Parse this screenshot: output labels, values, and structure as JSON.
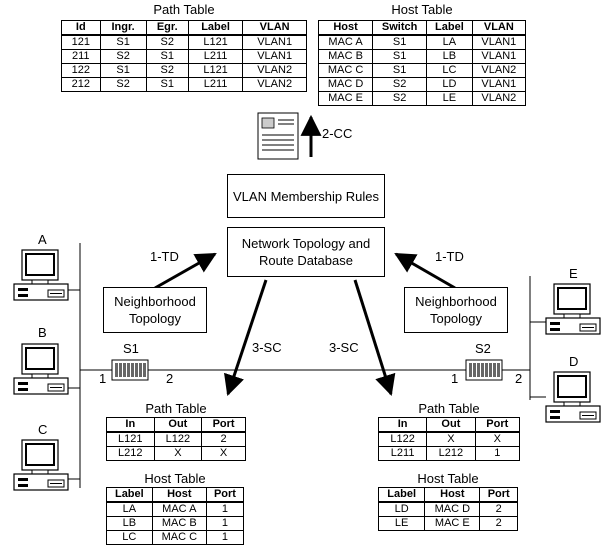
{
  "top_path_table": {
    "title": "Path Table",
    "headers": [
      "Id",
      "Ingr.",
      "Egr.",
      "Label",
      "VLAN"
    ],
    "rows": [
      [
        "121",
        "S1",
        "S2",
        "L121",
        "VLAN1"
      ],
      [
        "211",
        "S2",
        "S1",
        "L211",
        "VLAN1"
      ],
      [
        "122",
        "S1",
        "S2",
        "L121",
        "VLAN2"
      ],
      [
        "212",
        "S2",
        "S1",
        "L211",
        "VLAN2"
      ]
    ]
  },
  "top_host_table": {
    "title": "Host Table",
    "headers": [
      "Host",
      "Switch",
      "Label",
      "VLAN"
    ],
    "rows": [
      [
        "MAC A",
        "S1",
        "LA",
        "VLAN1"
      ],
      [
        "MAC B",
        "S1",
        "LB",
        "VLAN1"
      ],
      [
        "MAC C",
        "S1",
        "LC",
        "VLAN2"
      ],
      [
        "MAC D",
        "S2",
        "LD",
        "VLAN1"
      ],
      [
        "MAC E",
        "S2",
        "LE",
        "VLAN2"
      ]
    ]
  },
  "edges": {
    "cc": "2-CC",
    "td_left": "1-TD",
    "td_right": "1-TD",
    "sc_left": "3-SC",
    "sc_right": "3-SC"
  },
  "boxes": {
    "vlan_rules": "VLAN Membership Rules",
    "topology_db": "Network Topology and Route Database",
    "neighborhood_left": "Neighborhood Topology",
    "neighborhood_right": "Neighborhood Topology"
  },
  "hosts": {
    "a": "A",
    "b": "B",
    "c": "C",
    "d": "D",
    "e": "E"
  },
  "switches": {
    "s1": {
      "name": "S1",
      "port_left": "1",
      "port_right": "2"
    },
    "s2": {
      "name": "S2",
      "port_left": "1",
      "port_right": "2"
    }
  },
  "s1_path_table": {
    "title": "Path Table",
    "headers": [
      "In",
      "Out",
      "Port"
    ],
    "rows": [
      [
        "L121",
        "L122",
        "2"
      ],
      [
        "L212",
        "X",
        "X"
      ]
    ]
  },
  "s1_host_table": {
    "title": "Host Table",
    "headers": [
      "Label",
      "Host",
      "Port"
    ],
    "rows": [
      [
        "LA",
        "MAC A",
        "1"
      ],
      [
        "LB",
        "MAC B",
        "1"
      ],
      [
        "LC",
        "MAC C",
        "1"
      ]
    ]
  },
  "s2_path_table": {
    "title": "Path Table",
    "headers": [
      "In",
      "Out",
      "Port"
    ],
    "rows": [
      [
        "L122",
        "X",
        "X"
      ],
      [
        "L211",
        "L212",
        "1"
      ]
    ]
  },
  "s2_host_table": {
    "title": "Host Table",
    "headers": [
      "Label",
      "Host",
      "Port"
    ],
    "rows": [
      [
        "LD",
        "MAC D",
        "2"
      ],
      [
        "LE",
        "MAC E",
        "2"
      ]
    ]
  }
}
